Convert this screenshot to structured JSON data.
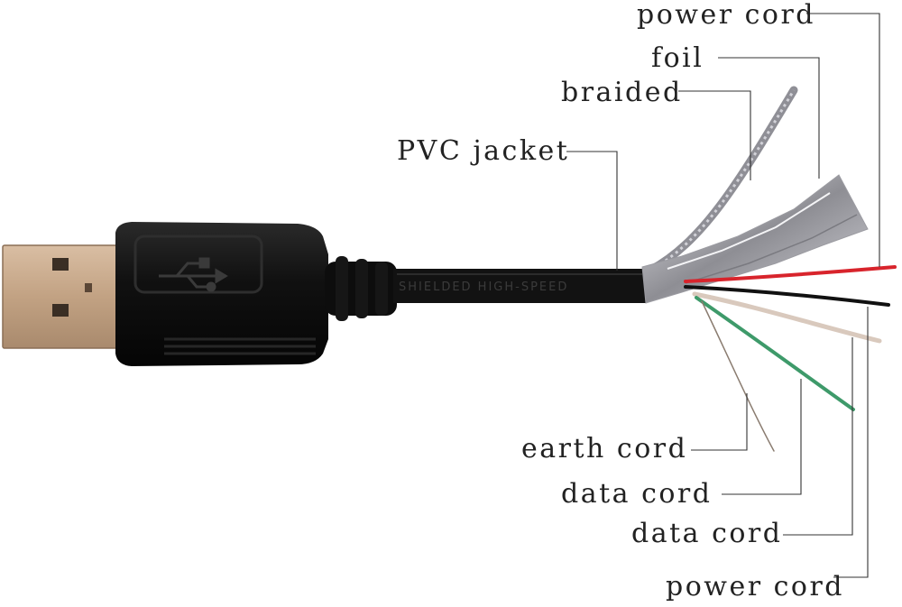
{
  "labels": {
    "power_cord_top": "power cord",
    "foil": "foil",
    "braided": "braided",
    "pvc_jacket": "PVC jacket",
    "earth_cord": "earth cord",
    "data_cord_1": "data cord",
    "data_cord_2": "data cord",
    "power_cord_bottom": "power cord"
  },
  "cable_print": "SHIELDED HIGH-SPEED",
  "colors": {
    "plug_metal": "#c9a98a",
    "housing": "#121212",
    "red_wire": "#d8242c",
    "black_wire": "#111111",
    "white_wire": "#d9c9bd",
    "green_wire": "#3e9a6a",
    "foil": "#b9b9bd",
    "braid": "#9a9aa0"
  }
}
